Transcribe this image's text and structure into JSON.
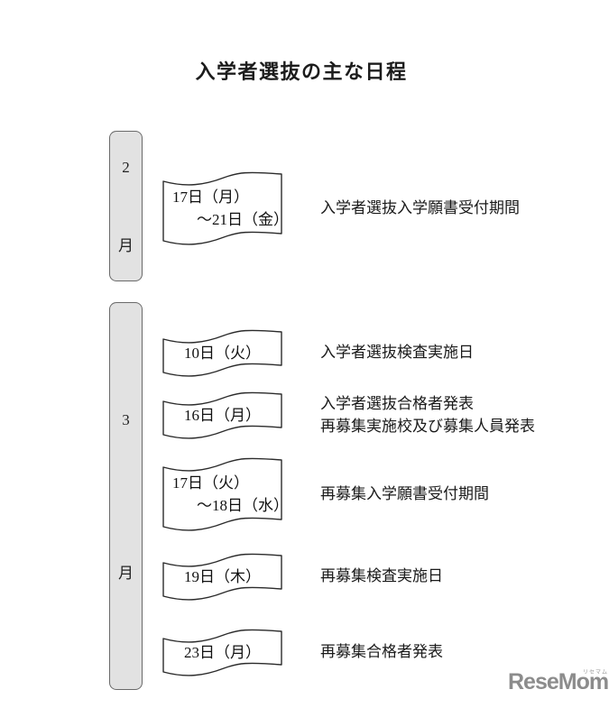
{
  "page": {
    "title": "入学者選抜の主な日程"
  },
  "schedule": {
    "february": {
      "month_number": "2",
      "month_suffix": "月",
      "events": [
        {
          "date_line1": "17日（月）",
          "date_line2": "～21日（金）",
          "label_line1": "入学者選抜入学願書受付期間"
        }
      ]
    },
    "march": {
      "month_number": "3",
      "month_suffix": "月",
      "events": [
        {
          "date_line1": "10日（火）",
          "label_line1": "入学者選抜検査実施日"
        },
        {
          "date_line1": "16日（月）",
          "label_line1": "入学者選抜合格者発表",
          "label_line2": "再募集実施校及び募集人員発表"
        },
        {
          "date_line1": "17日（火）",
          "date_line2": "～18日（水）",
          "label_line1": "再募集入学願書受付期間"
        },
        {
          "date_line1": "19日（木）",
          "label_line1": "再募集検査実施日"
        },
        {
          "date_line1": "23日（月）",
          "label_line1": "再募集合格者発表"
        }
      ]
    }
  },
  "branding": {
    "logo_text": "ReseMom.",
    "logo_ruby": "リセマム"
  },
  "colors": {
    "bar_fill": "#e2e2e2",
    "bar_border": "#6a6a6a",
    "banner_stroke": "#2b2b2b",
    "banner_fill": "#ffffff",
    "text": "#1a1a1a",
    "logo_gray": "#8c8c8c"
  }
}
